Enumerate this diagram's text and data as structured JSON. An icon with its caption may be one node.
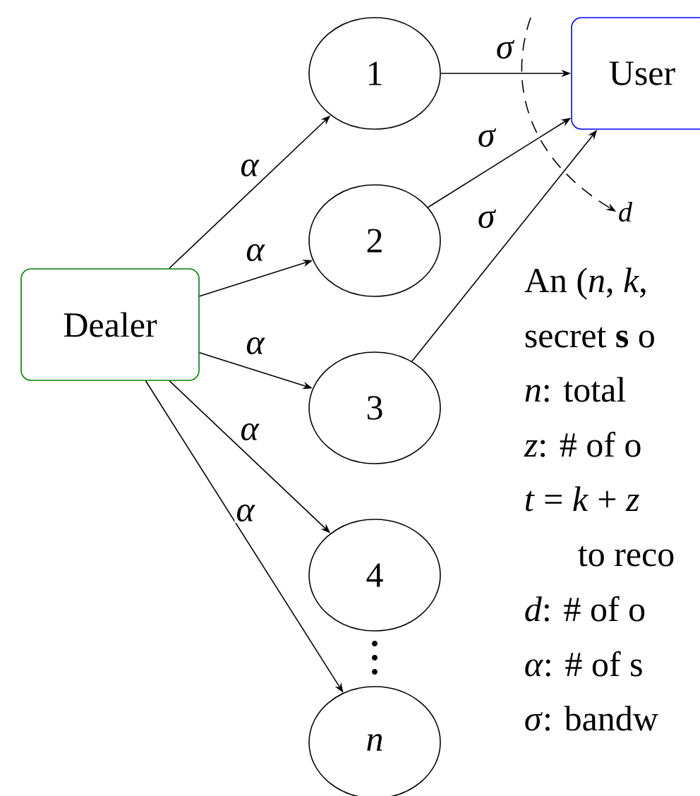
{
  "diagram": {
    "nodes": [
      {
        "text": [
          "Dealer"
        ]
      },
      {
        "text": [
          "1"
        ]
      },
      {
        "text": [
          "2"
        ]
      },
      {
        "text": [
          "3"
        ]
      },
      {
        "text": [
          "4"
        ]
      },
      {
        "text": [
          "*n*"
        ]
      },
      {
        "text": [
          "User"
        ]
      },
      {
        "text": [
          "*d*"
        ]
      }
    ],
    "edges": [
      {
        "from": 0,
        "to": 1,
        "arrow": "to",
        "label": "*α*"
      },
      {
        "from": 0,
        "to": 2,
        "arrow": "to",
        "label": "*α*"
      },
      {
        "from": 0,
        "to": 3,
        "arrow": "to",
        "label": "*α*"
      },
      {
        "from": 0,
        "to": 4,
        "arrow": "to",
        "label": "*α*"
      },
      {
        "from": 0,
        "to": 5,
        "arrow": "to",
        "label": "*α*"
      },
      {
        "from": 1,
        "to": 6,
        "arrow": "to",
        "label": "*σ*"
      },
      {
        "from": 2,
        "to": 6,
        "arrow": "to",
        "label": "*σ*"
      },
      {
        "from": 3,
        "to": 6,
        "arrow": "to",
        "label": "*σ*"
      },
      {
        "from": null,
        "to": 7,
        "arrow": "to",
        "style": "dashed"
      }
    ],
    "labels": [
      "An (*n*, *k*,",
      "secret **s** o",
      "*n*: total",
      "*z*: # of o",
      "*t* = *k* + *z*",
      "to reco",
      "*d*: # of o",
      "*α*: # of s",
      "*σ*: bandw"
    ]
  }
}
